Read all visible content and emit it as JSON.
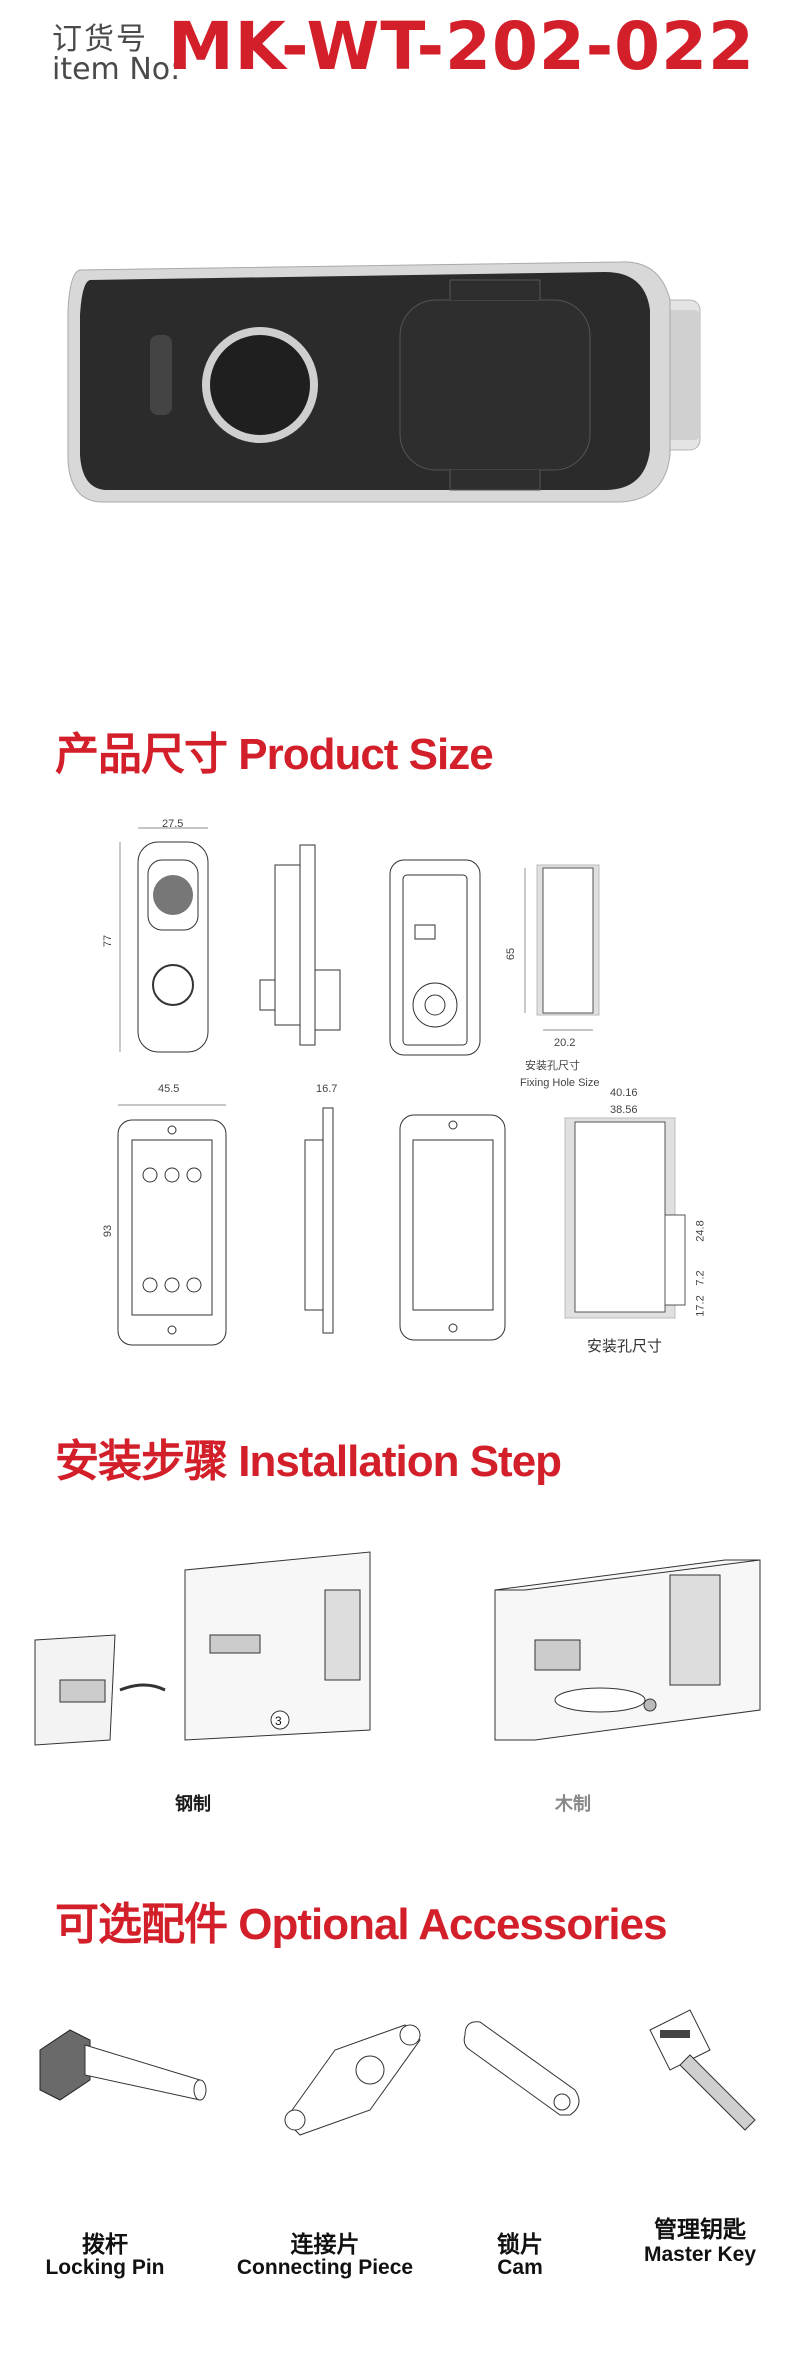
{
  "header": {
    "label_zh": "订货号",
    "label_en": "item No:",
    "item_number": "MK-WT-202-022"
  },
  "sections": {
    "product_size": "产品尺寸 Product Size",
    "installation": "安装步骤 Installation Step",
    "accessories": "可选配件 Optional Accessories"
  },
  "dimensions": {
    "d27_5": "27.5",
    "d77": "77",
    "d65": "65",
    "d20_2": "20.2",
    "hole_zh_top": "安装孔尺寸",
    "hole_en_top": "Fixing Hole Size",
    "d45_5": "45.5",
    "d16_7": "16.7",
    "d93": "93",
    "d40_16": "40.16",
    "d38_56": "38.56",
    "d24_8": "24.8",
    "d7_2": "7.2",
    "d17_2": "17.2",
    "hole_zh_bottom": "安装孔尺寸"
  },
  "installation": {
    "step_number": "3",
    "steel_label": "钢制",
    "wood_label": "木制"
  },
  "accessories": [
    {
      "zh": "拨杆",
      "en": "Locking Pin"
    },
    {
      "zh": "连接片",
      "en": "Connecting Piece"
    },
    {
      "zh": "锁片",
      "en": "Cam"
    },
    {
      "zh": "管理钥匙",
      "en": "Master Key"
    }
  ],
  "colors": {
    "brand_red": "#d21f2a",
    "product_body": "#2b2b2b",
    "frame_silver": "#c9c9c9"
  }
}
